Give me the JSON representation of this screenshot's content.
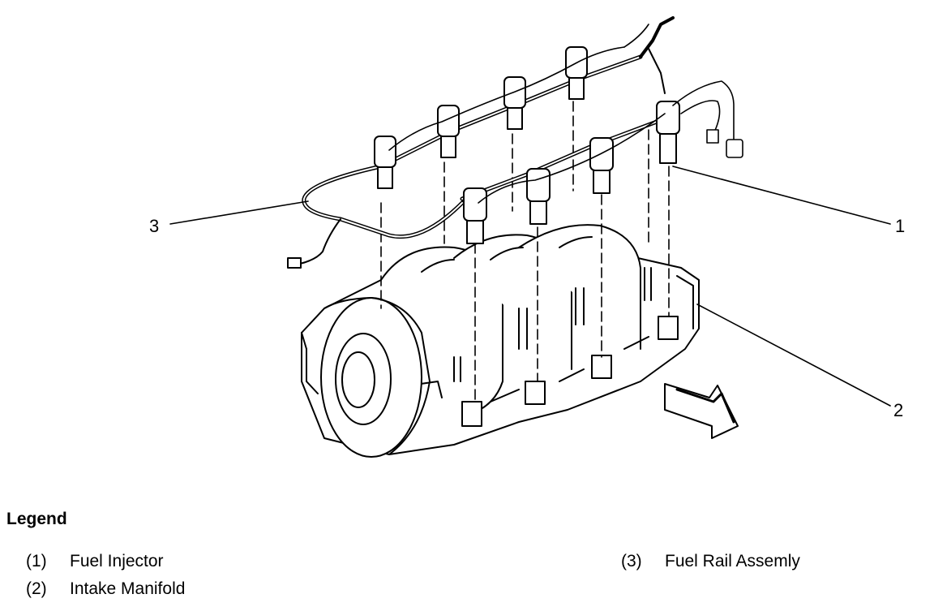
{
  "callouts": {
    "c1": "1",
    "c2": "2",
    "c3": "3"
  },
  "legend": {
    "title": "Legend",
    "items": [
      {
        "num": "(1)",
        "label": "Fuel Injector"
      },
      {
        "num": "(2)",
        "label": "Intake Manifold"
      },
      {
        "num": "(3)",
        "label": "Fuel Rail Assemly"
      }
    ]
  },
  "colors": {
    "ink": "#000000",
    "paper": "#ffffff"
  }
}
